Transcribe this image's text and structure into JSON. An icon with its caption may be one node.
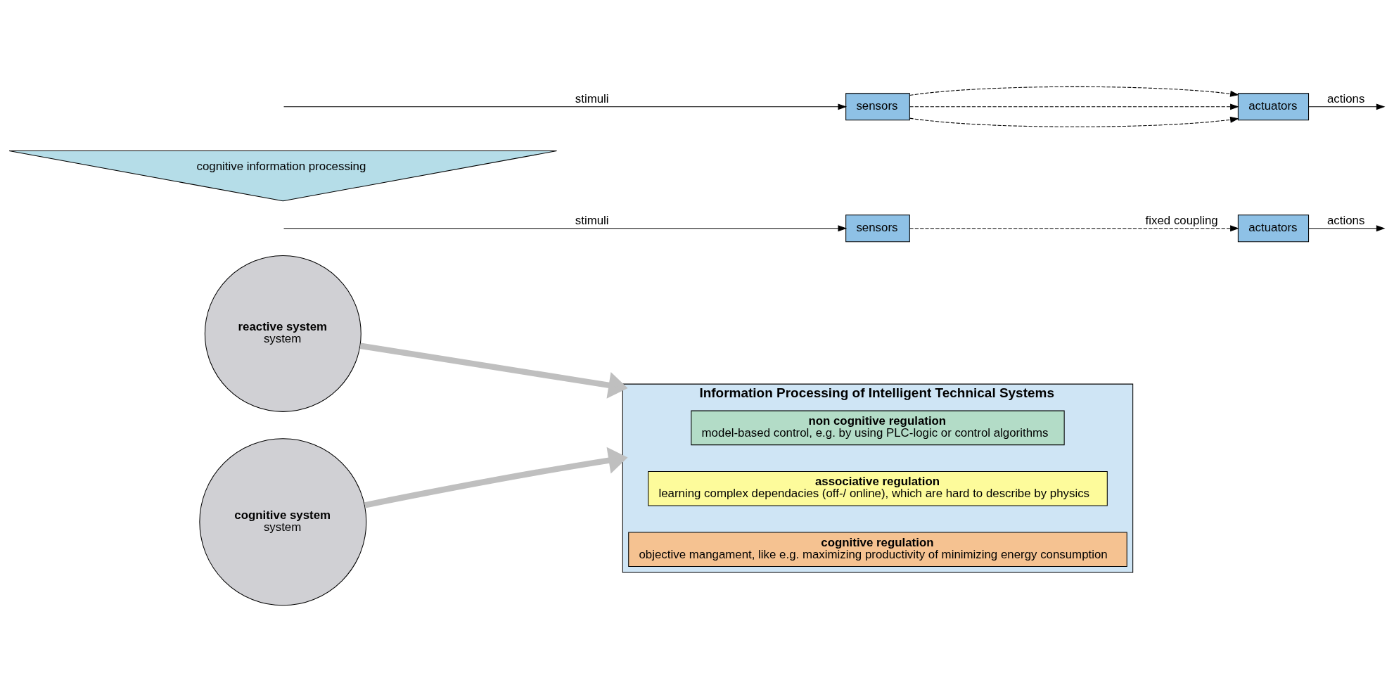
{
  "diagram": {
    "nodes": [
      {
        "text": [
          "reactive system",
          "system"
        ]
      },
      {
        "text": [
          "sensors"
        ]
      },
      {
        "text": [
          "actuators"
        ]
      },
      {
        "text": [
          "cognitive system",
          "system"
        ]
      },
      {
        "text": [
          "cognitive information processing"
        ]
      },
      {
        "text": [
          "sensors"
        ]
      },
      {
        "text": [
          "actuators"
        ]
      },
      {
        "text": [
          "Information Processing of Intelligent Technical Systems"
        ]
      },
      {
        "text": [
          "non cognitive regulation",
          "model-based control, e.g. by using PLC-logic or control algorithms"
        ],
        "in": 7
      },
      {
        "text": [
          "associative regulation",
          "learning complex dependacies (off-/ online), which are hard to describe by physics"
        ],
        "in": 7
      },
      {
        "text": [
          "cognitive regulation",
          "objective mangament, like e.g. maximizing productivity of minimizing energy consumption"
        ],
        "in": 7
      }
    ],
    "edges": [
      {
        "from": null,
        "to": 1,
        "arrow": "to",
        "label": "stimuli"
      },
      {
        "from": 1,
        "to": 2,
        "arrow": "to",
        "style": "dashed",
        "label": "fixed coupling"
      },
      {
        "from": 2,
        "to": null,
        "arrow": "to",
        "label": "actions"
      },
      {
        "from": 0,
        "to": 7,
        "arrow": "to",
        "style": "thick",
        "color": "#bfbfbf"
      },
      {
        "from": null,
        "to": 5,
        "arrow": "to",
        "label": "stimuli"
      },
      {
        "from": 5,
        "to": 6,
        "arrow": "to",
        "style": "dashed"
      },
      {
        "from": 5,
        "to": 6,
        "arrow": "to",
        "style": "dashed"
      },
      {
        "from": 5,
        "to": 6,
        "arrow": "to",
        "style": "dashed"
      },
      {
        "from": 6,
        "to": null,
        "arrow": "to",
        "label": "actions"
      },
      {
        "from": 3,
        "to": 7,
        "arrow": "to",
        "style": "thick",
        "color": "#bfbfbf"
      }
    ]
  }
}
